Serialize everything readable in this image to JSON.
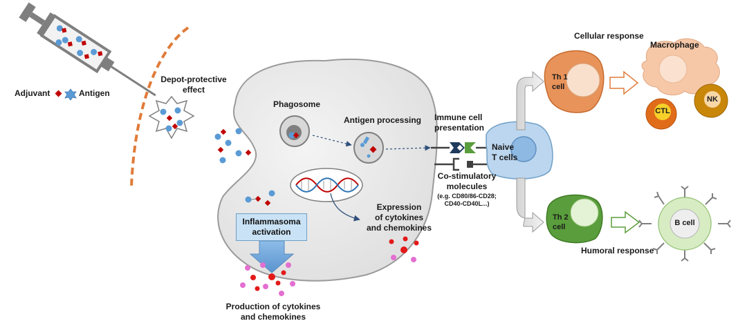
{
  "labels": {
    "adjuvant": "Adjuvant",
    "antigen": "Antigen",
    "depot_line1": "Depot-protective",
    "depot_line2": "effect",
    "phagosome": "Phagosome",
    "antigen_processing": "Antigen processing",
    "immune_line1": "Immune cell",
    "immune_line2": "presentation",
    "naive_line1": "Naive",
    "naive_line2": "T cells",
    "costim_line1": "Co-stimulatory",
    "costim_line2": "molecules",
    "costim_eg1": "(e.g. CD80/86-CD28;",
    "costim_eg2": "CD40-CD40L...)",
    "expression_line1": "Expression",
    "expression_line2": "of cytokines",
    "expression_line3": "and chemokines",
    "inflam_line1": "Inflammasoma",
    "inflam_line2": "activation",
    "production_line1": "Production of cytokines",
    "production_line2": "and chemokines",
    "cellular_response": "Cellular response",
    "macrophage": "Macrophage",
    "th1_line1": "Th 1",
    "th1_line2": "cell",
    "ctl": "CTL",
    "nk": "NK",
    "th2_line1": "Th 2",
    "th2_line2": "cell",
    "b_cell": "B cell",
    "humoral_response": "Humoral response"
  },
  "colors": {
    "adjuvant": "#c00000",
    "antigen": "#5b9bd5",
    "apc_fill": "#e8e8e8",
    "depot_arc": "#e07b39",
    "th1": "#e8935a",
    "macrophage": "#f6c8a8",
    "ctl": "#e06c1a",
    "nk": "#c9870a",
    "th2": "#5a9d3c",
    "b_cell": "#d8ecc4",
    "naive_t": "#bcd6ef",
    "cytokine_red": "#e31a1a",
    "cytokine_pink": "#e36fd1"
  }
}
